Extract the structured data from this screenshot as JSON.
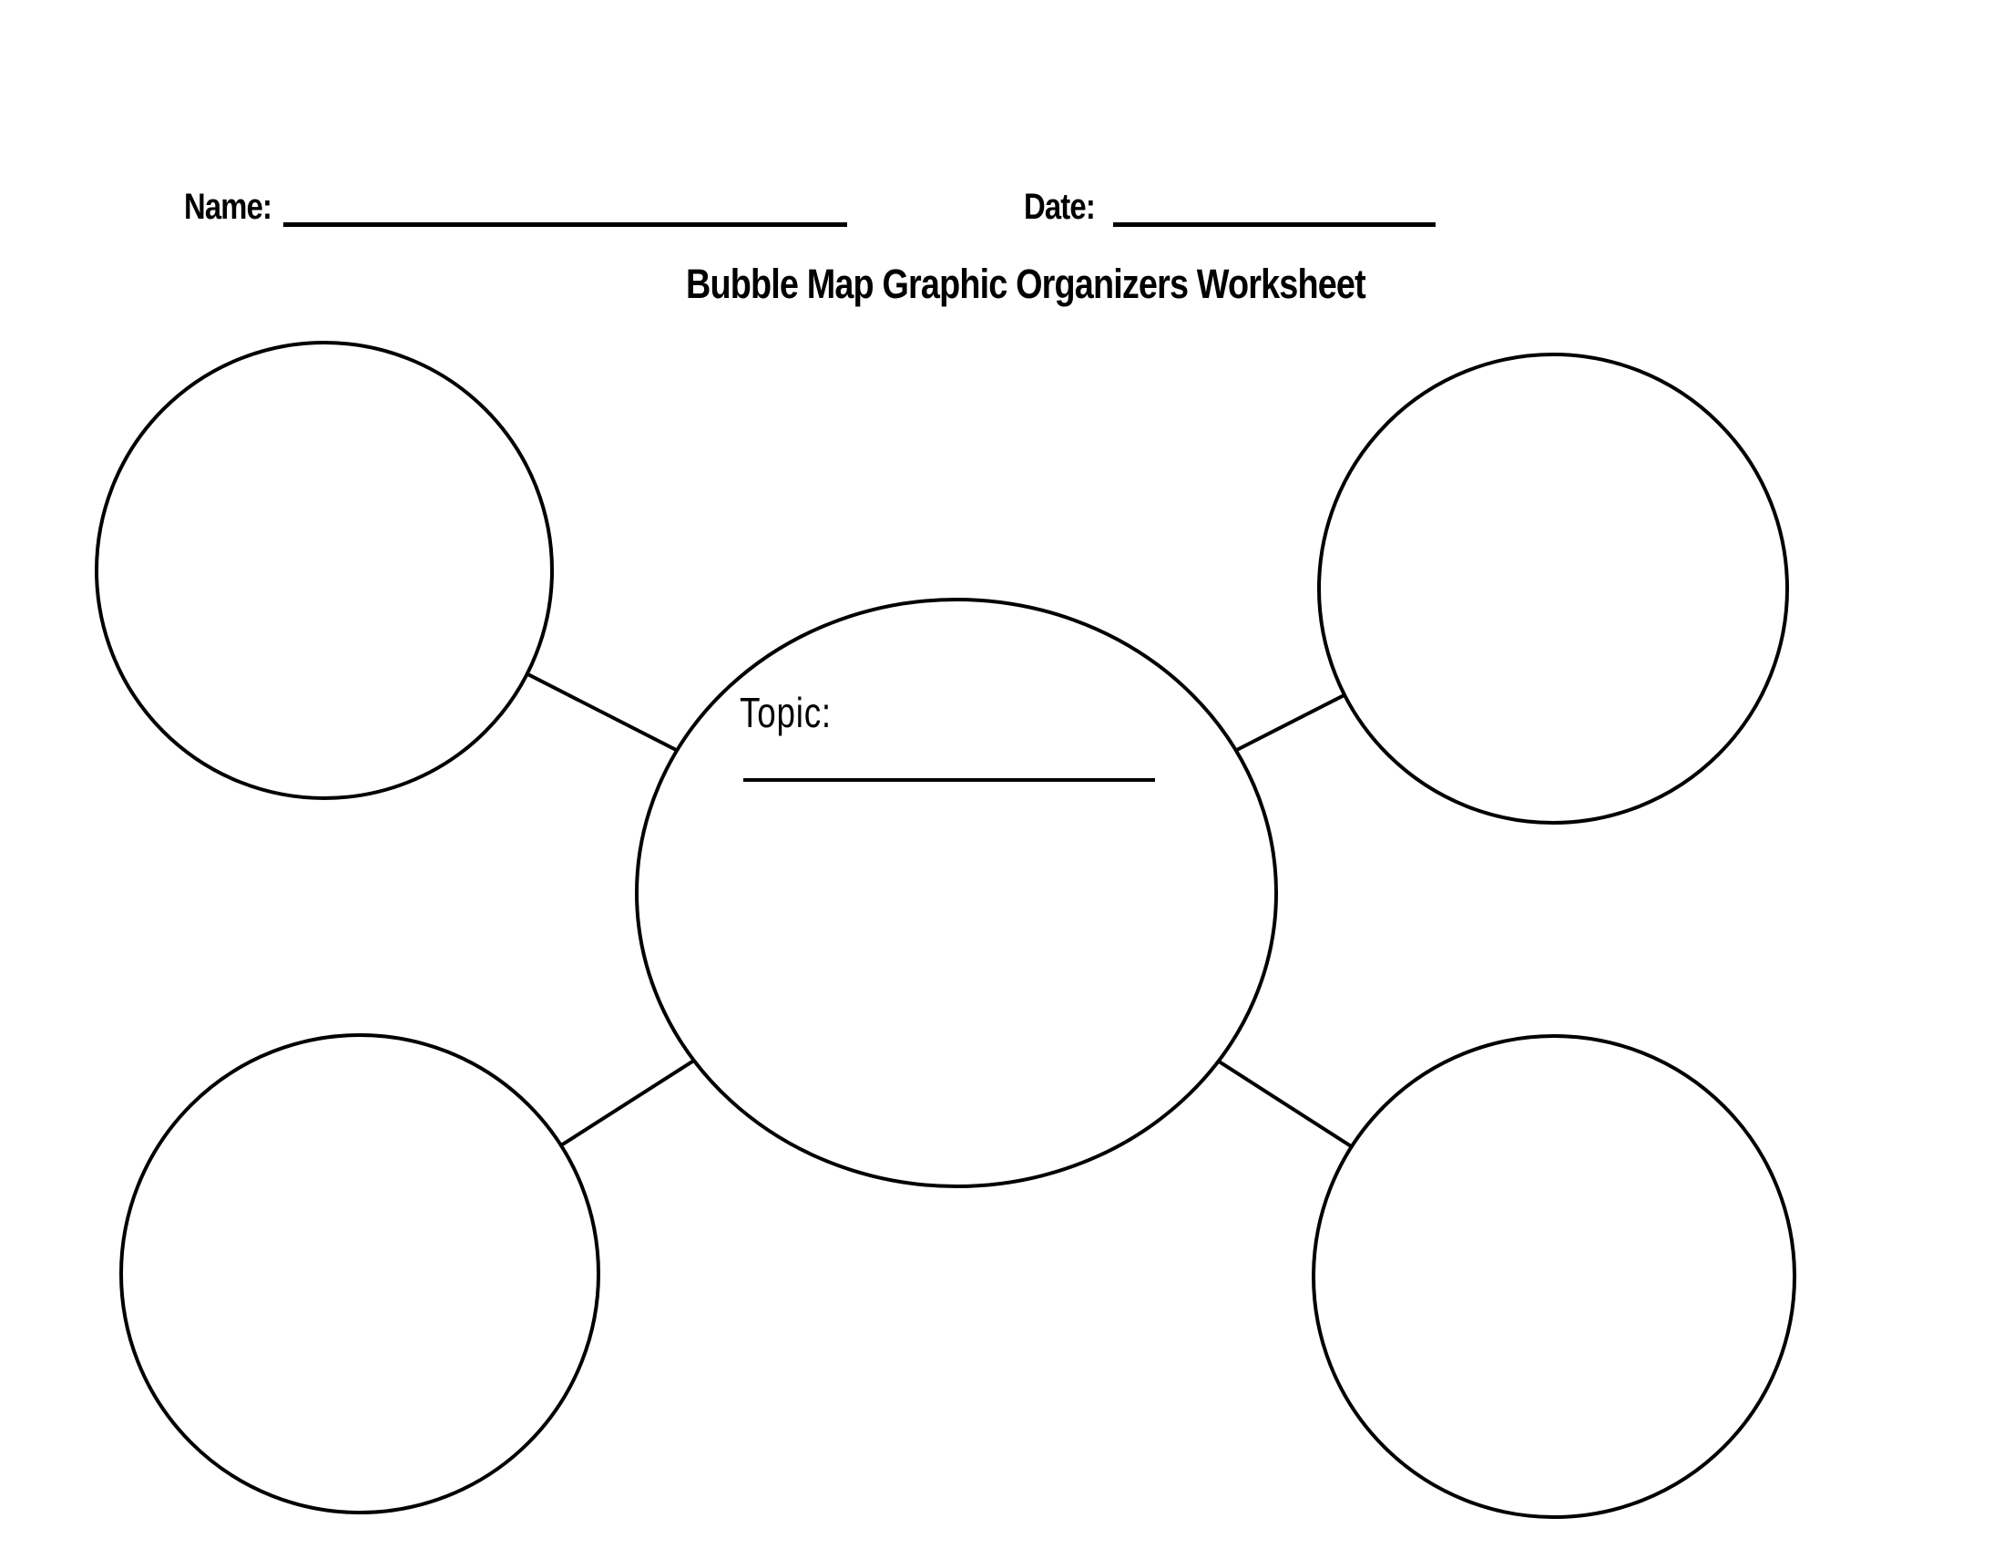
{
  "header": {
    "name_label": "Name:",
    "date_label": "Date:",
    "name_value": "",
    "date_value": ""
  },
  "title": "Bubble Map Graphic Organizers Worksheet",
  "diagram": {
    "center_bubble": {
      "label": "Topic:",
      "value": ""
    },
    "outer_bubbles": [
      {
        "position": "top-left",
        "text": ""
      },
      {
        "position": "top-right",
        "text": ""
      },
      {
        "position": "bottom-left",
        "text": ""
      },
      {
        "position": "bottom-right",
        "text": ""
      }
    ]
  },
  "colors": {
    "ink": "#000000",
    "background": "#ffffff"
  }
}
